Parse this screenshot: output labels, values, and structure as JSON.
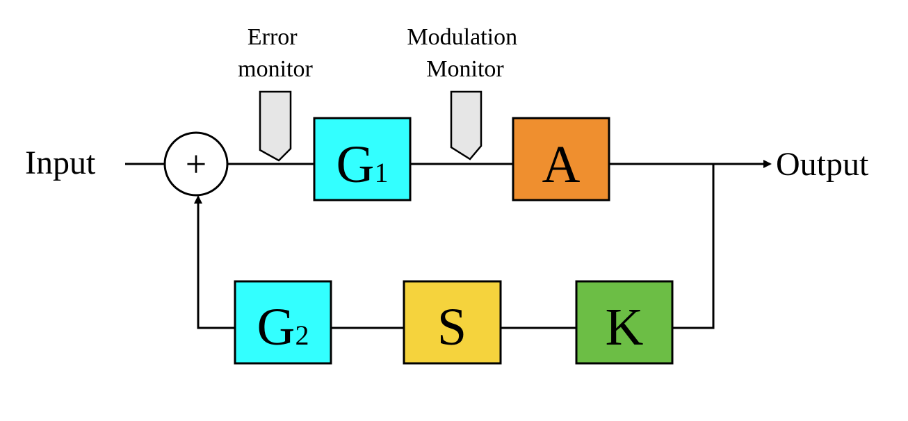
{
  "diagram": {
    "input_label": "Input",
    "output_label": "Output",
    "summing_junction_symbol": "+",
    "error_monitor": {
      "line1": "Error",
      "line2": "monitor"
    },
    "modulation_monitor": {
      "line1": "Modulation",
      "line2": "Monitor"
    },
    "blocks": {
      "g1": {
        "letter": "G",
        "subscript": "1",
        "color": "#33FFFF"
      },
      "a": {
        "letter": "A",
        "color": "#EF8F2F"
      },
      "g2": {
        "letter": "G",
        "subscript": "2",
        "color": "#33FFFF"
      },
      "s": {
        "letter": "S",
        "color": "#F5D33D"
      },
      "k": {
        "letter": "K",
        "color": "#6CBE45"
      }
    },
    "probe_color": "#E6E6E6"
  }
}
